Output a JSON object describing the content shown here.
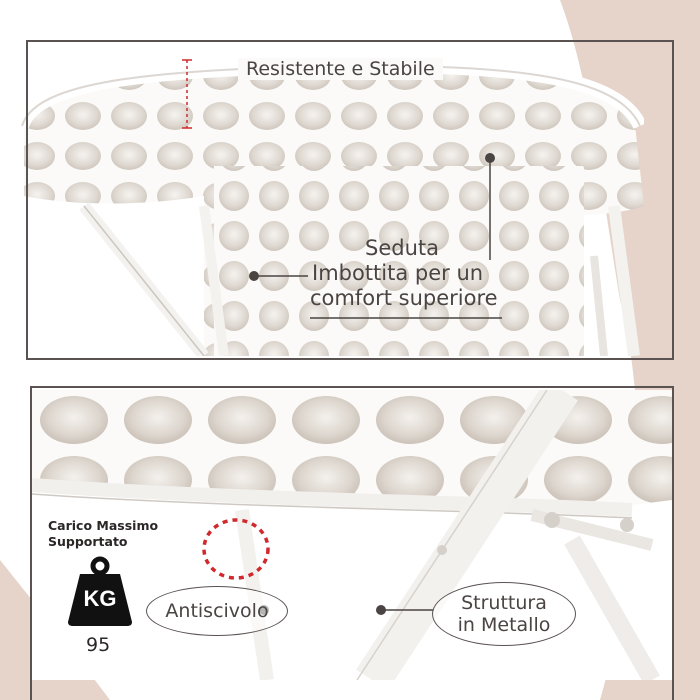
{
  "colors": {
    "accent_peach": "#e6d3c9",
    "frame": "#5a5352",
    "text": "#4a4443",
    "highlight_red": "#d0282c"
  },
  "top_panel": {
    "title": "Resistente e Stabile",
    "feature_lines": [
      "Seduta",
      "Imbottita per un",
      "comfort superiore"
    ]
  },
  "bottom_panel": {
    "load": {
      "caption_lines": [
        "Carico Massimo",
        "Supportato"
      ],
      "unit": "KG",
      "value": "95",
      "icon": "weight-icon"
    },
    "badges": {
      "anti_slip": "Antiscivolo",
      "structure_lines": [
        "Struttura",
        "in Metallo"
      ]
    }
  }
}
